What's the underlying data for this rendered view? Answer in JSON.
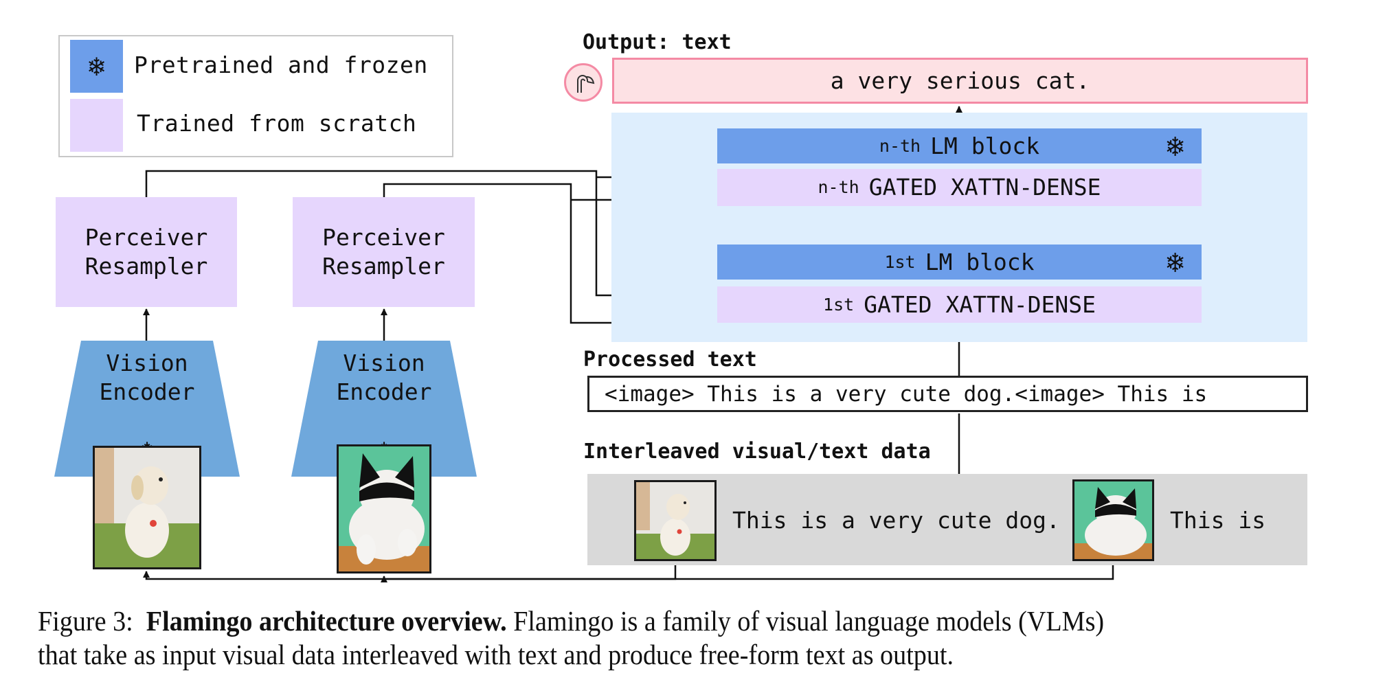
{
  "legend": {
    "frozen": {
      "label": "Pretrained and frozen",
      "color": "#6d9eea",
      "icon": "snowflake-icon"
    },
    "trained": {
      "label": "Trained from scratch",
      "color": "#e6d6fd"
    }
  },
  "snowflake_glyph": "❄",
  "output": {
    "label": "Output: text",
    "text": "a very serious cat.",
    "icon": "flamingo-icon"
  },
  "lm_stack": {
    "nth_lm": {
      "prefix": "n-th",
      "name": "LM block"
    },
    "nth_xattn": {
      "prefix": "n-th",
      "name": "GATED XATTN-DENSE"
    },
    "first_lm": {
      "prefix": "1st",
      "name": "LM block"
    },
    "first_xattn": {
      "prefix": "1st",
      "name": "GATED XATTN-DENSE"
    }
  },
  "vision_branches": [
    {
      "resampler": "Perceiver\nResampler",
      "encoder": "Vision\nEncoder",
      "image": "dog-photo"
    },
    {
      "resampler": "Perceiver\nResampler",
      "encoder": "Vision\nEncoder",
      "image": "cat-photo"
    }
  ],
  "processed": {
    "label": "Processed text",
    "text": "<image> This is a very cute dog.<image> This is"
  },
  "interleaved": {
    "label": "Interleaved visual/text data",
    "text1": "This is a very cute dog.",
    "text2": "This is"
  },
  "caption": {
    "prefix": "Figure 3:",
    "title": "Flamingo architecture overview.",
    "line1_rest": "Flamingo is a family of visual language models (VLMs)",
    "line2": "that take as input visual data interleaved with text and produce free-form text as output."
  },
  "colors": {
    "frozen_blue": "#6d9eea",
    "encoder_blue": "#6fa8dc",
    "trained_purple": "#e6d6fd",
    "lm_region": "#deeefd",
    "output_pink": "#fde1e4",
    "output_border": "#f48aa4",
    "interleaved_gray": "#d9d9d9"
  }
}
